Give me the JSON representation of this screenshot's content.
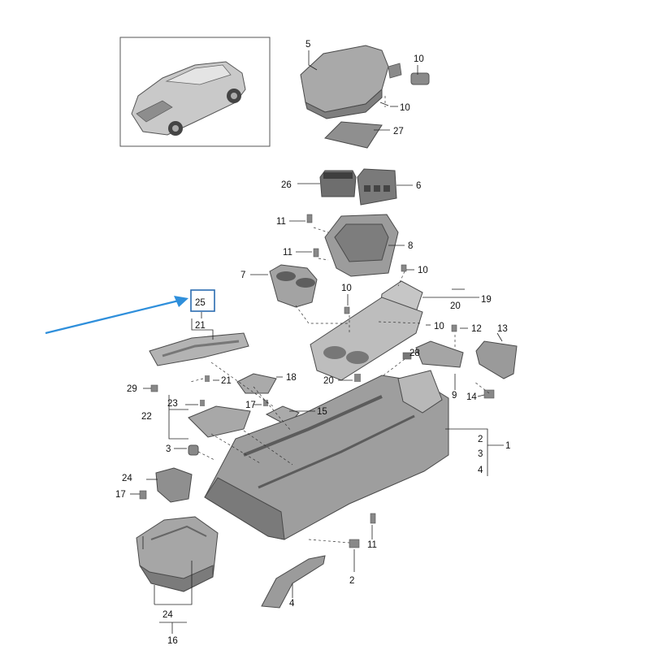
{
  "labels": {
    "p1": "1",
    "p2a": "2",
    "p3a": "3",
    "p4a": "4",
    "p2b": "2",
    "p3b": "3",
    "p4b": "4",
    "p5": "5",
    "p6": "6",
    "p7": "7",
    "p8": "8",
    "p9": "9",
    "p10a": "10",
    "p10b": "10",
    "p10c": "10",
    "p10d": "10",
    "p10e": "10",
    "p11a": "11",
    "p11b": "11",
    "p11c": "11",
    "p12": "12",
    "p13": "13",
    "p14": "14",
    "p15": "15",
    "p16": "16",
    "p17a": "17",
    "p17b": "17",
    "p18": "18",
    "p19": "19",
    "p20a": "20",
    "p20b": "20",
    "p21a": "21",
    "p21b": "21",
    "p22": "22",
    "p23": "23",
    "p24a": "24",
    "p24b": "24",
    "p25": "25",
    "p26": "26",
    "p27": "27",
    "p28": "28",
    "p29": "29"
  },
  "colors": {
    "part_fill": "#9a9a9a",
    "part_dark": "#6b6b6b",
    "part_light": "#c4c4c4",
    "highlight_box": "#2b6cb0",
    "arrow": "#2f8fdb"
  }
}
